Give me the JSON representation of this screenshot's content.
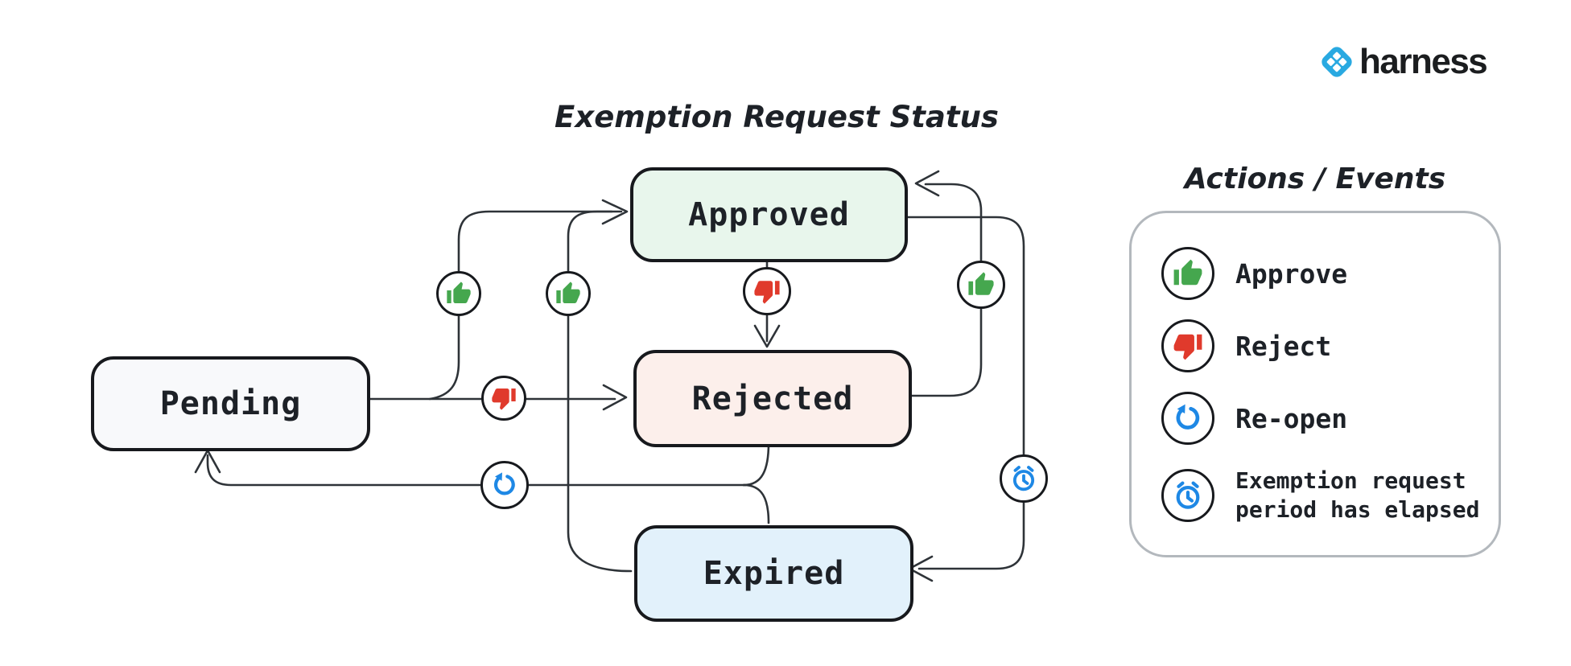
{
  "brand": {
    "name": "harness"
  },
  "diagram": {
    "title": "Exemption Request Status",
    "states": [
      {
        "id": "pending",
        "label": "Pending"
      },
      {
        "id": "approved",
        "label": "Approved"
      },
      {
        "id": "rejected",
        "label": "Rejected"
      },
      {
        "id": "expired",
        "label": "Expired"
      }
    ],
    "transitions": [
      {
        "from": "Pending",
        "to": "Approved",
        "action": "Approve"
      },
      {
        "from": "Pending",
        "to": "Rejected",
        "action": "Reject"
      },
      {
        "from": "Approved",
        "to": "Rejected",
        "action": "Reject"
      },
      {
        "from": "Rejected",
        "to": "Approved",
        "action": "Approve"
      },
      {
        "from": "Expired",
        "to": "Approved",
        "action": "Approve"
      },
      {
        "from": "Approved",
        "to": "Expired",
        "action": "Exemption request period has elapsed"
      },
      {
        "from": "Rejected",
        "to": "Pending",
        "action": "Re-open"
      },
      {
        "from": "Expired",
        "to": "Pending",
        "action": "Re-open"
      }
    ]
  },
  "legend": {
    "title": "Actions / Events",
    "items": [
      {
        "icon": "thumb-up-icon",
        "label": "Approve"
      },
      {
        "icon": "thumb-down-icon",
        "label": "Reject"
      },
      {
        "icon": "undo-icon",
        "label": "Re-open"
      },
      {
        "icon": "alarm-clock-icon",
        "label": "Exemption request period has elapsed"
      }
    ]
  },
  "colors": {
    "approve-green": "#45A74E",
    "reject-red": "#E03A2C",
    "action-blue": "#1E88E5",
    "brand-blue": "#29A9E1",
    "pending-fill": "#F8F9FB",
    "approved-fill": "#E8F6EC",
    "rejected-fill": "#FCEFEB",
    "expired-fill": "#E2F1FB",
    "line": "#2E3338",
    "border": "#17191D",
    "legend-border": "#B3B8BD",
    "text": "#1D2127"
  }
}
